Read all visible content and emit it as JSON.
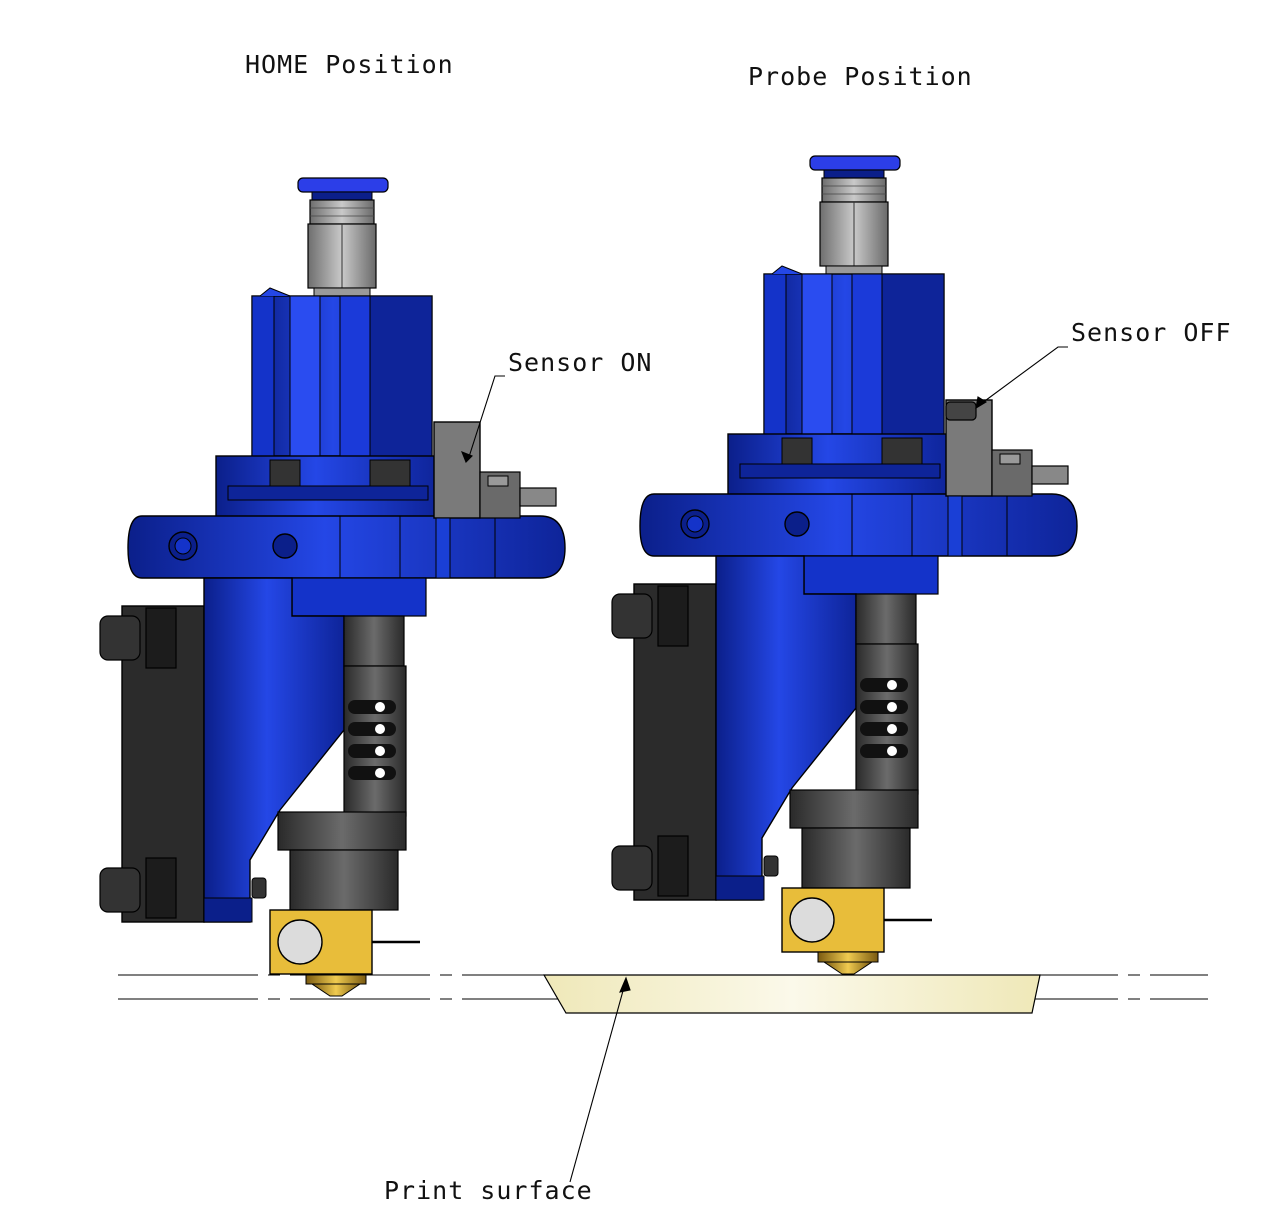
{
  "labels": {
    "home_position": "HOME Position",
    "probe_position": "Probe Position",
    "sensor_on": "Sensor ON",
    "sensor_off": "Sensor OFF",
    "print_surface": "Print surface"
  },
  "colors": {
    "body_blue": "#1a3fd6",
    "body_blue_dark": "#0b1f8a",
    "fitting_blue": "#2c3ee8",
    "steel_gray": "#8a8a8a",
    "heatsink_dark": "#3a3a3a",
    "fan_black": "#2b2b2b",
    "heater_block_yellow": "#e8bd3a",
    "nozzle_brass": "#b38a1e",
    "print_surface_fill": "#f5f2d8"
  }
}
